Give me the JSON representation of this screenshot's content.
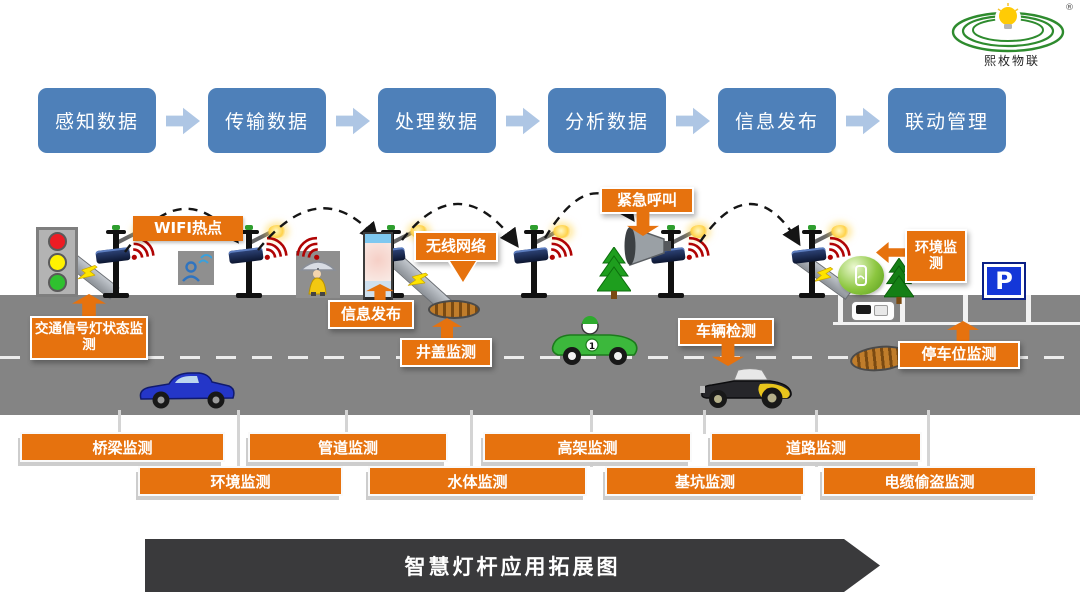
{
  "logo": {
    "name": "熙枚物联",
    "registered_mark": "®"
  },
  "flow_steps": [
    "感知数据",
    "传输数据",
    "处理数据",
    "分析数据",
    "信息发布",
    "联动管理"
  ],
  "scene_labels": {
    "wifi_hotspot": "WIFI热点",
    "traffic_light_status": "交通信号灯状态监测",
    "info_publish": "信息发布",
    "manhole_monitor": "井盖监测",
    "wireless_network": "无线网络",
    "emergency_call": "紧急呼叫",
    "vehicle_detect": "车辆检测",
    "environment_monitor": "环境监测",
    "parking_monitor": "停车位监测",
    "parking_sign": "P"
  },
  "scene_misc": {
    "race_car_number": "1"
  },
  "bottom_bars_row1": [
    "桥梁监测",
    "管道监测",
    "高架监测",
    "道路监测"
  ],
  "bottom_bars_row2": [
    "环境监测",
    "水体监测",
    "基坑监测",
    "电缆偷盗监测"
  ],
  "banner_title": "智慧灯杆应用拓展图",
  "colors": {
    "accent_orange": "#E6720E",
    "flow_blue": "#4E80B9",
    "flow_arrow_blue": "#AEC6E4",
    "road_gray": "#848484",
    "banner_dark": "#3A3A3C",
    "wifi_red": "#B00404",
    "parking_sign_blue": "#1437D8",
    "logo_green": "#2e8b2e"
  }
}
